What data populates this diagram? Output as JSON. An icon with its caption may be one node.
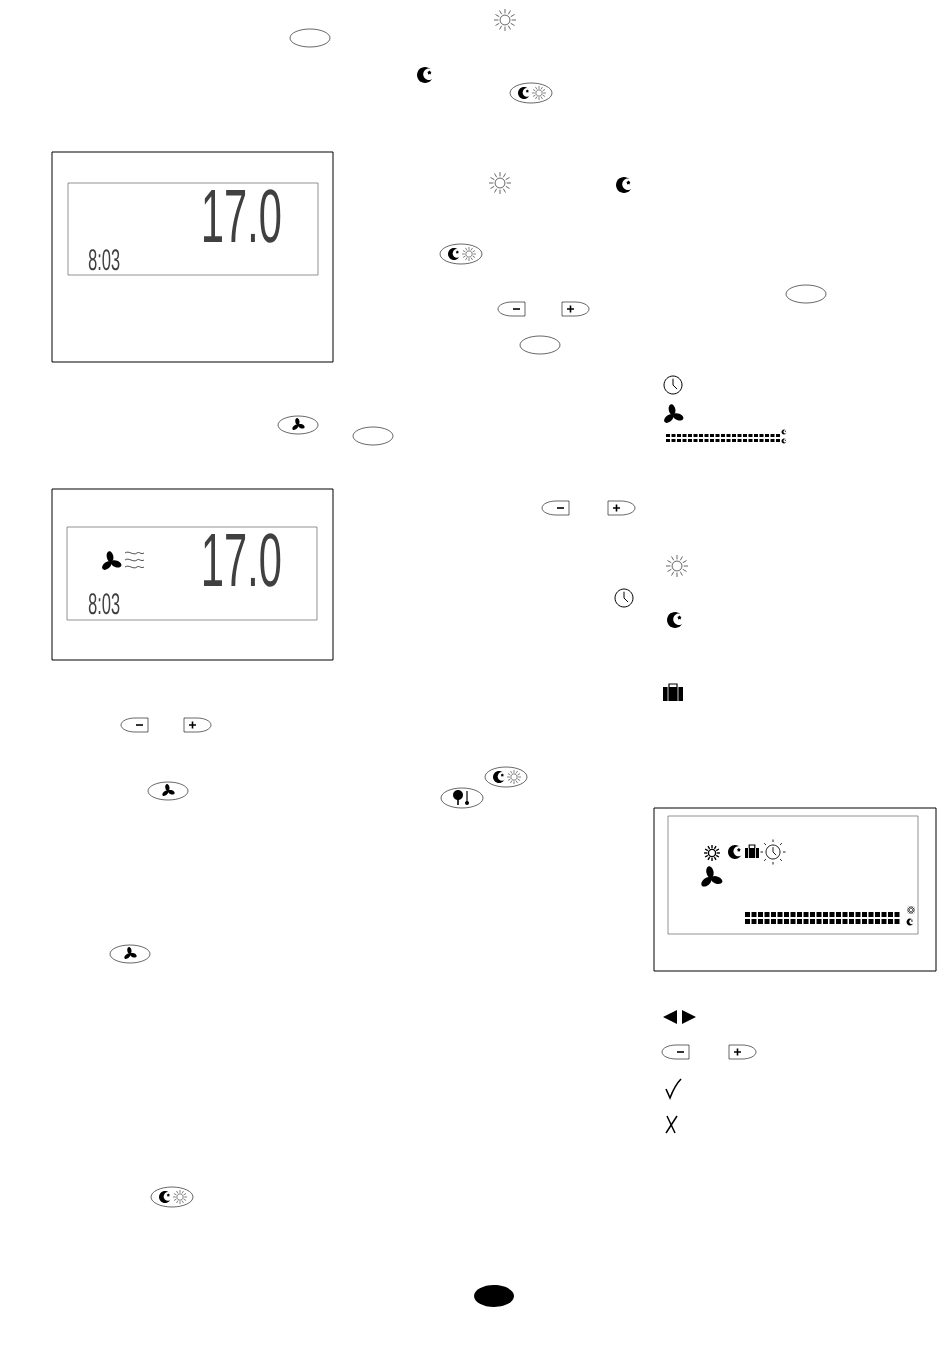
{
  "diagram": {
    "nodes": [
      {
        "text": [
          "17.0",
          "8:03"
        ]
      },
      {
        "text": [
          "17.0",
          "8:03"
        ]
      },
      {
        "text": [],
        "shape": "box"
      }
    ]
  }
}
